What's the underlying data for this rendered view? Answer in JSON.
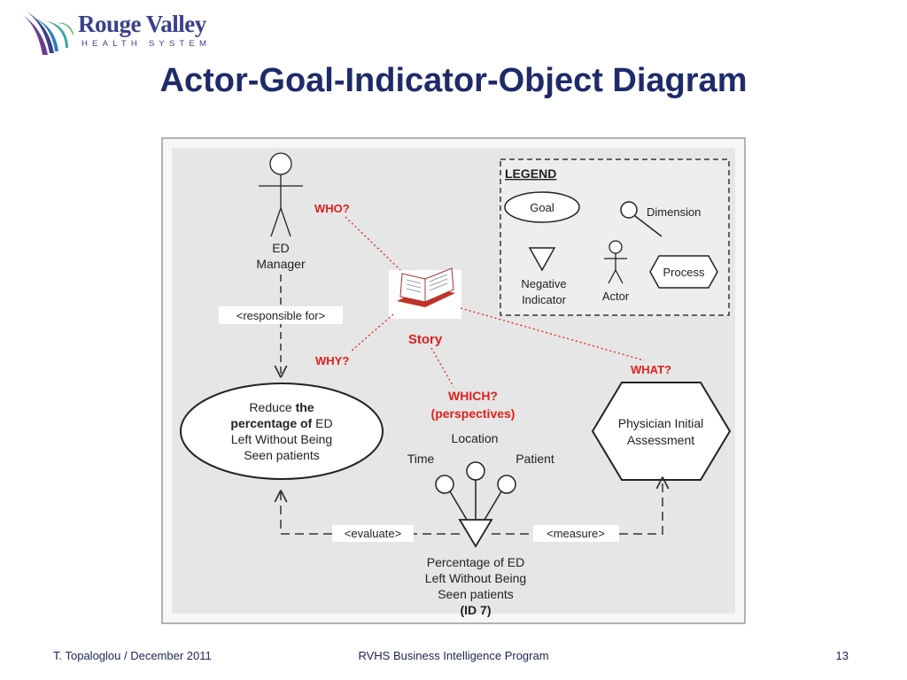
{
  "logo": {
    "name": "Rouge Valley",
    "sub": "HEALTH SYSTEM"
  },
  "title": "Actor-Goal-Indicator-Object Diagram",
  "diagram": {
    "legend": {
      "title": "LEGEND",
      "goal": "Goal",
      "dimension": "Dimension",
      "negative_indicator_line1": "Negative",
      "negative_indicator_line2": "Indicator",
      "actor": "Actor",
      "process": "Process"
    },
    "actor": {
      "line1": "ED",
      "line2": "Manager"
    },
    "responsible": "<responsible for>",
    "who": "WHO?",
    "why": "WHY?",
    "what": "WHAT?",
    "story": "Story",
    "which_line1": "WHICH?",
    "which_line2": "(perspectives)",
    "goal": {
      "l1": "Reduce ",
      "l1b": "the",
      "l2b": "percentage of ",
      "l2": "ED",
      "l3": "Left Without Being",
      "l4": "Seen patients"
    },
    "dimensions": {
      "location": "Location",
      "time": "Time",
      "patient": "Patient"
    },
    "process": {
      "line1": "Physician Initial",
      "line2": "Assessment"
    },
    "evaluate": "<evaluate>",
    "measure": "<measure>",
    "indicator": {
      "line1": "Percentage of ED",
      "line2": "Left Without Being",
      "line3": "Seen patients",
      "line4": "(ID 7)"
    }
  },
  "footer": {
    "left": "T. Topaloglou / December 2011",
    "center": "RVHS Business Intelligence Program",
    "right": "13"
  },
  "colors": {
    "title": "#1f2a6b",
    "accent_red": "#e0201b",
    "logo": "#3b3f8c"
  }
}
